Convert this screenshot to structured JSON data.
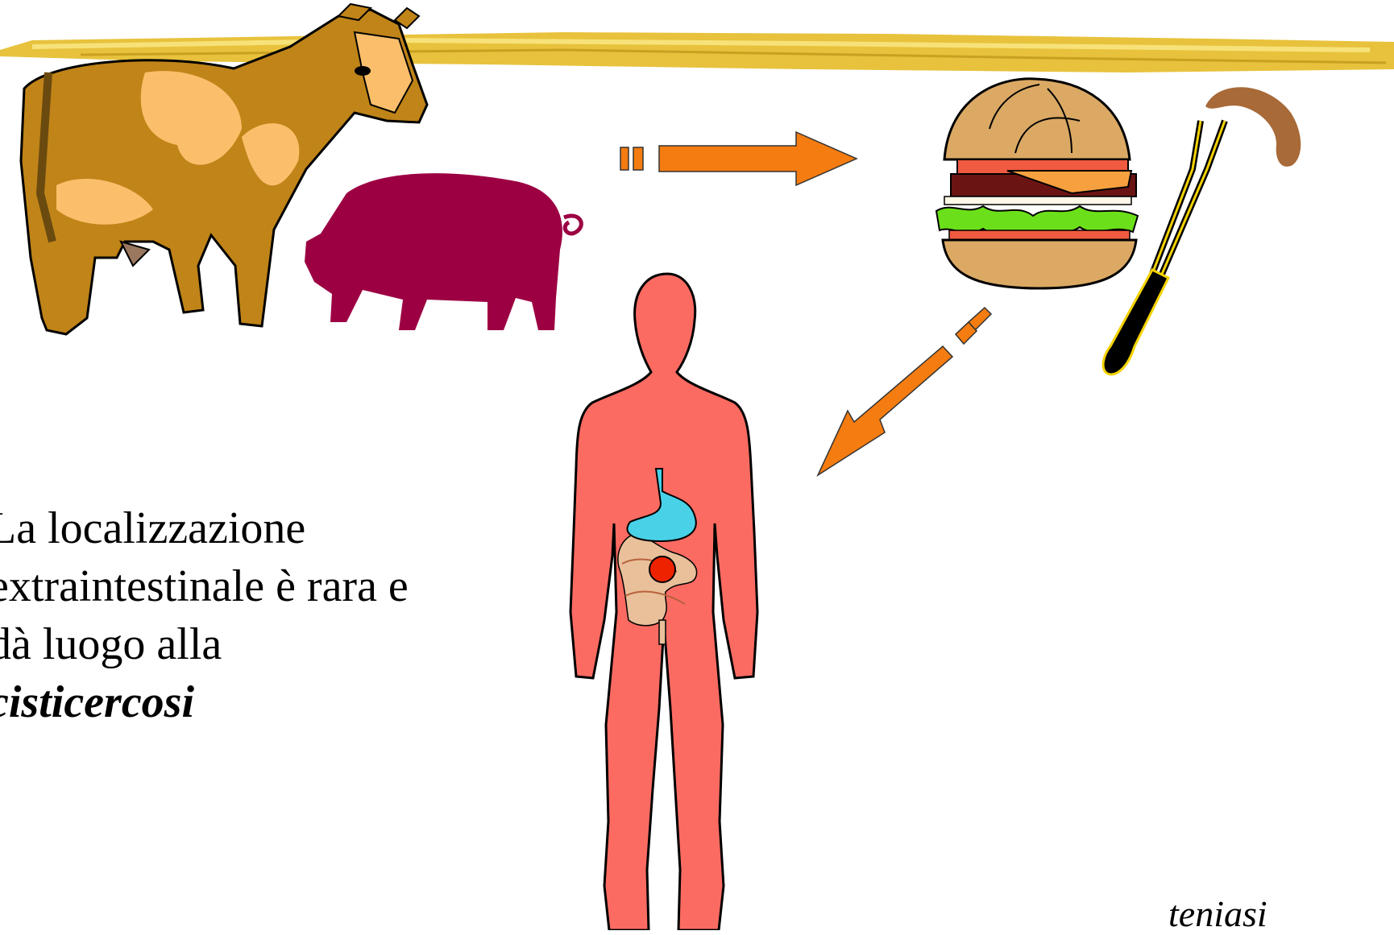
{
  "slide": {
    "text_lines": [
      "La localizzazione",
      "extraintestinale è rara e",
      "dà luogo alla"
    ],
    "emphasis_term": "cisticercosi",
    "footer_label": "teniasi"
  },
  "icons": {
    "cow": "cow-icon",
    "pig": "pig-icon",
    "hamburger": "hamburger-icon",
    "sausage_fork": "sausage-on-fork-icon",
    "human": "human-body-icon",
    "digestive_system": "digestive-system-icon"
  },
  "colors": {
    "header_bar": "#e8c23c",
    "arrow": "#f47c10",
    "pig": "#9c0043",
    "human": "#fb6b62",
    "cow_base": "#c08418",
    "cow_patch": "#fbbf6c",
    "stomach": "#49d1e8",
    "infection_site": "#ef2200"
  }
}
